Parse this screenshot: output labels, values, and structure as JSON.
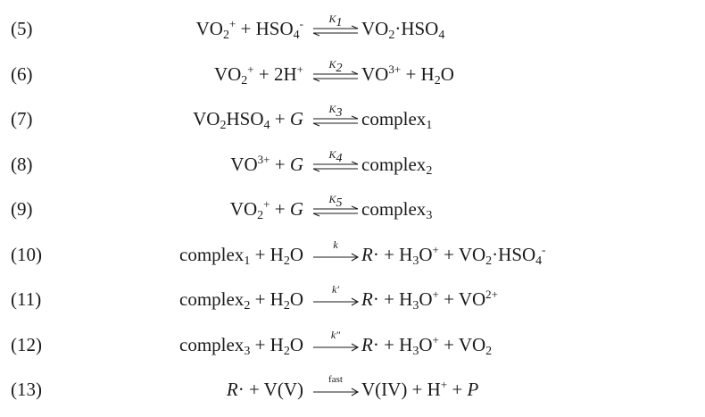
{
  "equations": [
    {
      "number": "(5)",
      "lhs": "VO_2^+ + HSO_4^-",
      "label": "K_1",
      "reversible": true,
      "rhs": "VO_2·HSO_4"
    },
    {
      "number": "(6)",
      "lhs": "VO_2^+ + 2H^+",
      "label": "K_2",
      "reversible": true,
      "rhs": "VO^{3+} + H_2O"
    },
    {
      "number": "(7)",
      "lhs": "VO_2HSO_4 + G",
      "label": "K_3",
      "reversible": true,
      "rhs": "complex_1"
    },
    {
      "number": "(8)",
      "lhs": "VO^{3+} + G",
      "label": "K_4",
      "reversible": true,
      "rhs": "complex_2"
    },
    {
      "number": "(9)",
      "lhs": "VO_2^+ + G",
      "label": "K_5",
      "reversible": true,
      "rhs": "complex_3"
    },
    {
      "number": "(10)",
      "lhs": "complex_1 + H_2O",
      "label": "k",
      "reversible": false,
      "rhs": "R· + H_3O^+ + VO_2·HSO_4^-"
    },
    {
      "number": "(11)",
      "lhs": "complex_2 + H_2O",
      "label": "k′",
      "reversible": false,
      "rhs": "R· + H_3O^+ + VO^{2+}"
    },
    {
      "number": "(12)",
      "lhs": "complex_3 + H_2O",
      "label": "k″",
      "reversible": false,
      "rhs": "R· + H_3O^+ + VO_2"
    },
    {
      "number": "(13)",
      "lhs": "R· + V(V)",
      "label": "fast",
      "reversible": false,
      "rhs": "V(IV) + H^+ + P"
    }
  ]
}
